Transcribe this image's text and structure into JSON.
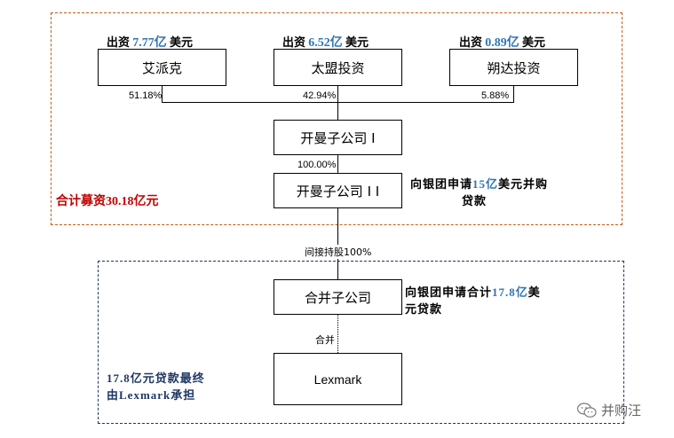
{
  "investors": [
    {
      "prefix": "出资",
      "amount": "7.77亿",
      "suffix": "美元",
      "name": "艾派克",
      "share": "51.18%"
    },
    {
      "prefix": "出资",
      "amount": "6.52亿",
      "suffix": "美元",
      "name": "太盟投资",
      "share": "42.94%"
    },
    {
      "prefix": "出资",
      "amount": "0.89亿",
      "suffix": "美元",
      "name": "朔达投资",
      "share": "5.88%"
    }
  ],
  "sub1": {
    "name": "开曼子公司 I"
  },
  "sub1_share": "100.00%",
  "sub2": {
    "name": "开曼子公司 I I"
  },
  "total_raise": "合计募资30.18亿元",
  "loan1": {
    "pre": "向银团申请",
    "amount": "15亿",
    "post": "美元并购",
    "line2": "贷款"
  },
  "indirect": "间接持股100%",
  "merger_sub": {
    "name": "合并子公司"
  },
  "loan2": {
    "pre": "向银团申请合计",
    "amount": "17.8亿",
    "post": "美",
    "line2": "元贷款"
  },
  "merge_label": "合并",
  "target": {
    "name": "Lexmark"
  },
  "bearer_note": {
    "line1": "17.8亿元贷款最终",
    "line2": "由Lexmark承担"
  },
  "watermark": "并购汪",
  "colors": {
    "amount_blue": "#2e75b6",
    "total_red": "#c00000",
    "note_navy": "#1f3864",
    "top_frame": "#c55a11",
    "bottom_frame": "#1f3864"
  }
}
